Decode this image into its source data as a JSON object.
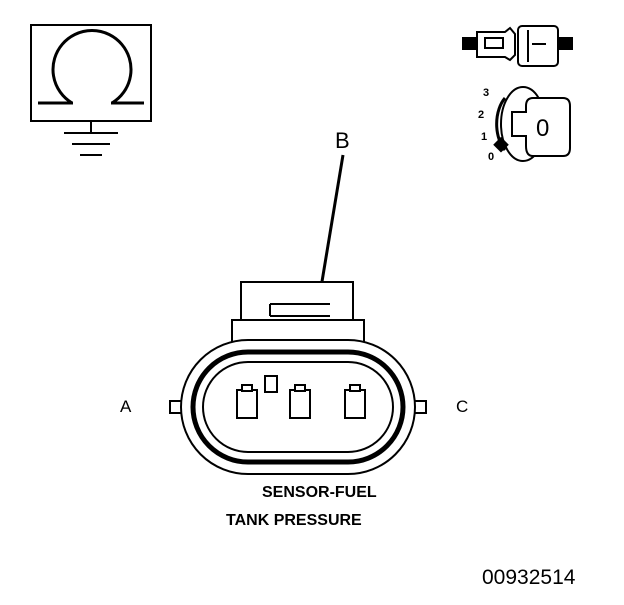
{
  "labels": {
    "callout": "B",
    "pin_left": "A",
    "pin_right": "C",
    "caption_line1": "SENSOR-FUEL",
    "caption_line2": "TANK PRESSURE",
    "figure_id": "00932514"
  },
  "ignition_key": {
    "positions": [
      "3",
      "2",
      "1",
      "0"
    ],
    "selected": "0"
  },
  "icons": {
    "meter": "ohm-meter-symbol",
    "connector": "connector-disconnect-icon",
    "ignition": "ignition-key-off-icon"
  },
  "colors": {
    "line": "#000000",
    "background": "#ffffff"
  }
}
